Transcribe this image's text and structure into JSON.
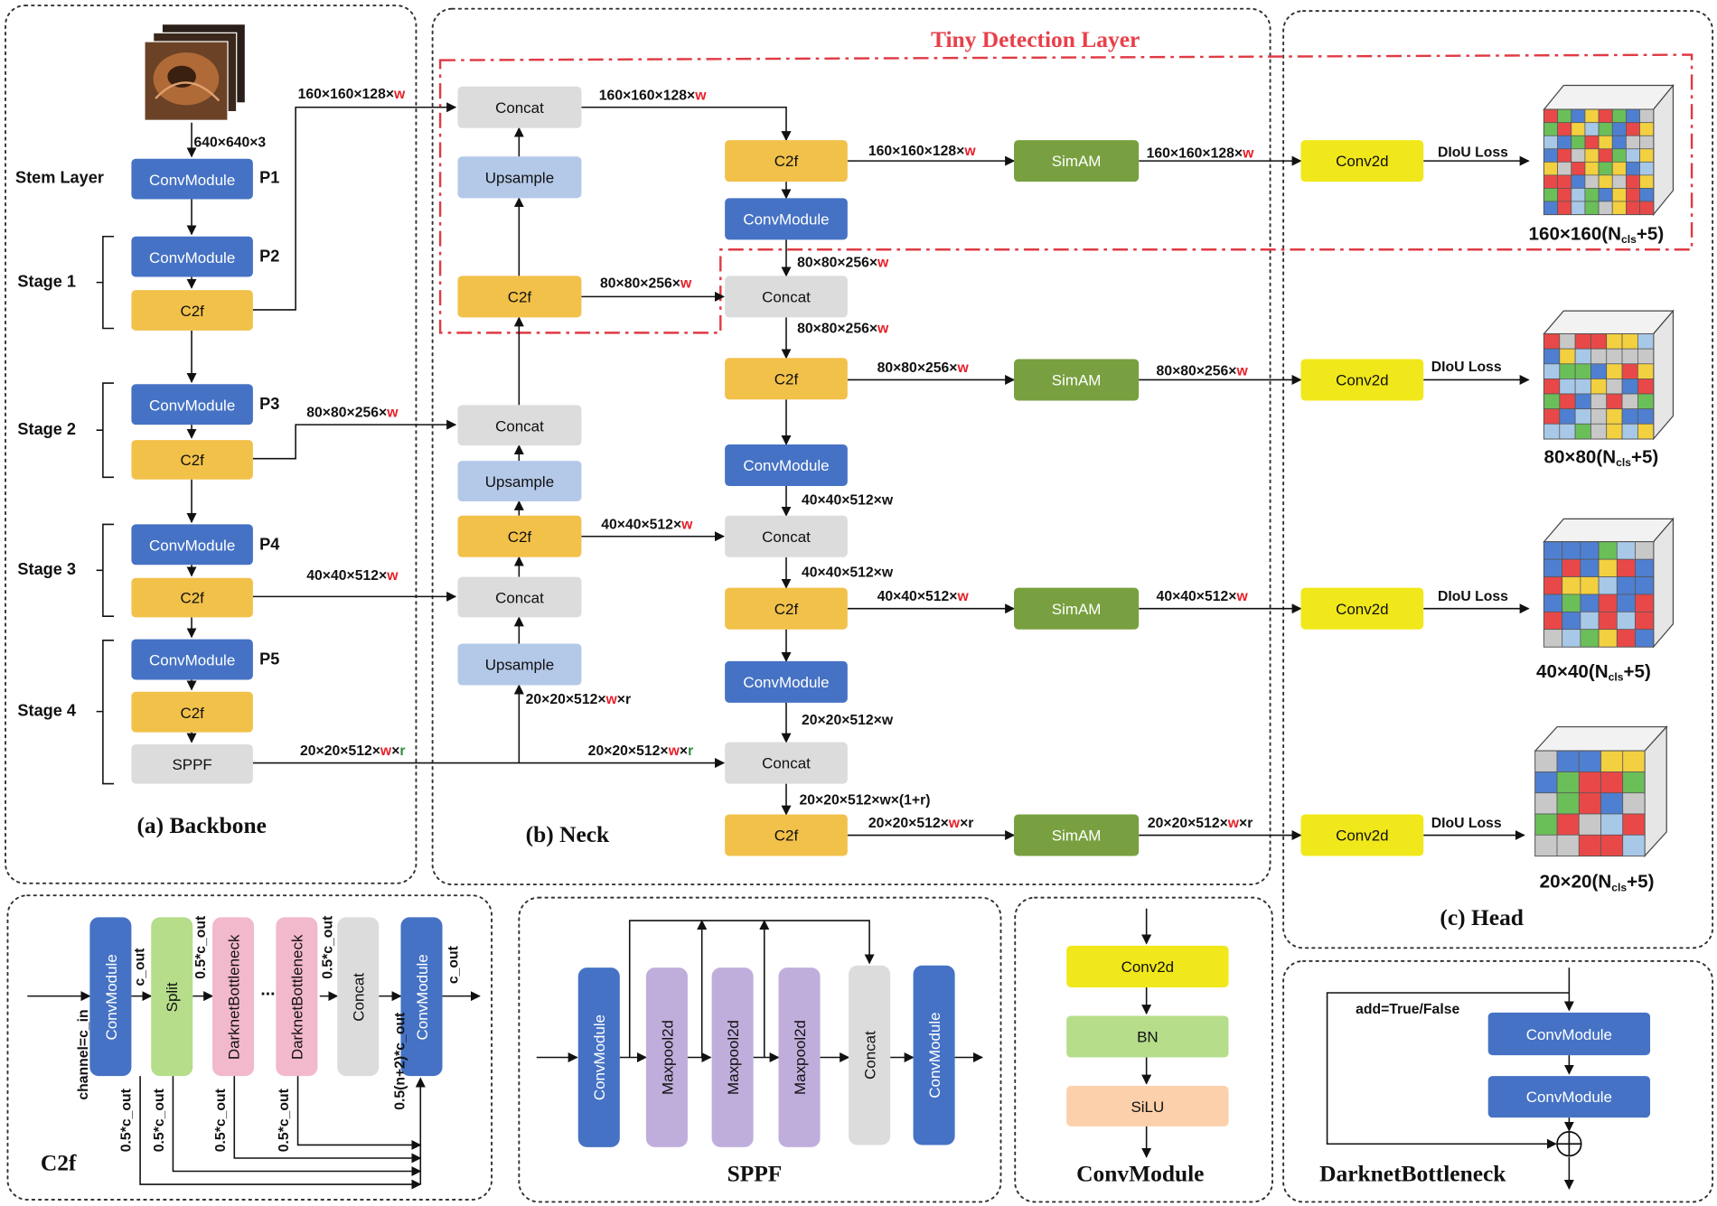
{
  "panels": {
    "backbone": "(a) Backbone",
    "neck": "(b) Neck",
    "head": "(c) Head",
    "c2f": "C2f",
    "sppf": "SPPF",
    "convmodule": "ConvModule",
    "darknet": "DarknetBottleneck",
    "tiny": "Tiny Detection Layer"
  },
  "backbone": {
    "input_shape": "640×640×3",
    "stages": [
      "Stem Layer",
      "Stage 1",
      "Stage 2",
      "Stage 3",
      "Stage 4"
    ],
    "levels": [
      "P1",
      "P2",
      "P3",
      "P4",
      "P5"
    ],
    "convmodule": "ConvModule",
    "c2f": "C2f",
    "sppf": "SPPF"
  },
  "neck": {
    "concat": "Concat",
    "upsample": "Upsample",
    "c2f": "C2f",
    "convmodule": "ConvModule",
    "simam": "SimAM"
  },
  "head": {
    "conv2d": "Conv2d",
    "loss": "DIoU Loss",
    "outputs": [
      {
        "prefix": "160×160(N",
        "sub": "cls",
        "suffix": "+5)"
      },
      {
        "prefix": "80×80(N",
        "sub": "cls",
        "suffix": "+5)"
      },
      {
        "prefix": "40×40(N",
        "sub": "cls",
        "suffix": "+5)"
      },
      {
        "prefix": "20×20(N",
        "sub": "cls",
        "suffix": "+5)"
      }
    ]
  },
  "shapes": {
    "s160": "160×160×128×",
    "s80": "80×80×256×",
    "s40": "40×40×512×",
    "s40w": "40×40×512×w",
    "s20w": "20×20×512×w",
    "s20r": "20×20×512×",
    "s20cat": "20×20×512×w×(1+r)",
    "w": "w",
    "x": "×",
    "r": "r"
  },
  "c2f_detail": {
    "conv": "ConvModule",
    "split": "Split",
    "bottleneck": "DarknetBottleneck",
    "concat": "Concat",
    "dots": "...",
    "channel_in": "channel=c_in",
    "c_out": "c_out",
    "half_c_out": "0.5*c_out",
    "n2_c_out": "0.5(n+2)*c_out"
  },
  "sppf_detail": {
    "conv": "ConvModule",
    "maxpool": "Maxpool2d",
    "concat": "Concat"
  },
  "convmodule_detail": {
    "conv2d": "Conv2d",
    "bn": "BN",
    "silu": "SiLU"
  },
  "darknet_detail": {
    "add": "add=True/False",
    "conv": "ConvModule"
  },
  "colors": {
    "blue": "#4572c4",
    "yellow": "#f2c14a",
    "gray": "#dcdcdc",
    "light_blue": "#b4c8e8",
    "green": "#78a040",
    "conv2d_yellow": "#f0e81a",
    "red_accent": "#e8202a"
  }
}
